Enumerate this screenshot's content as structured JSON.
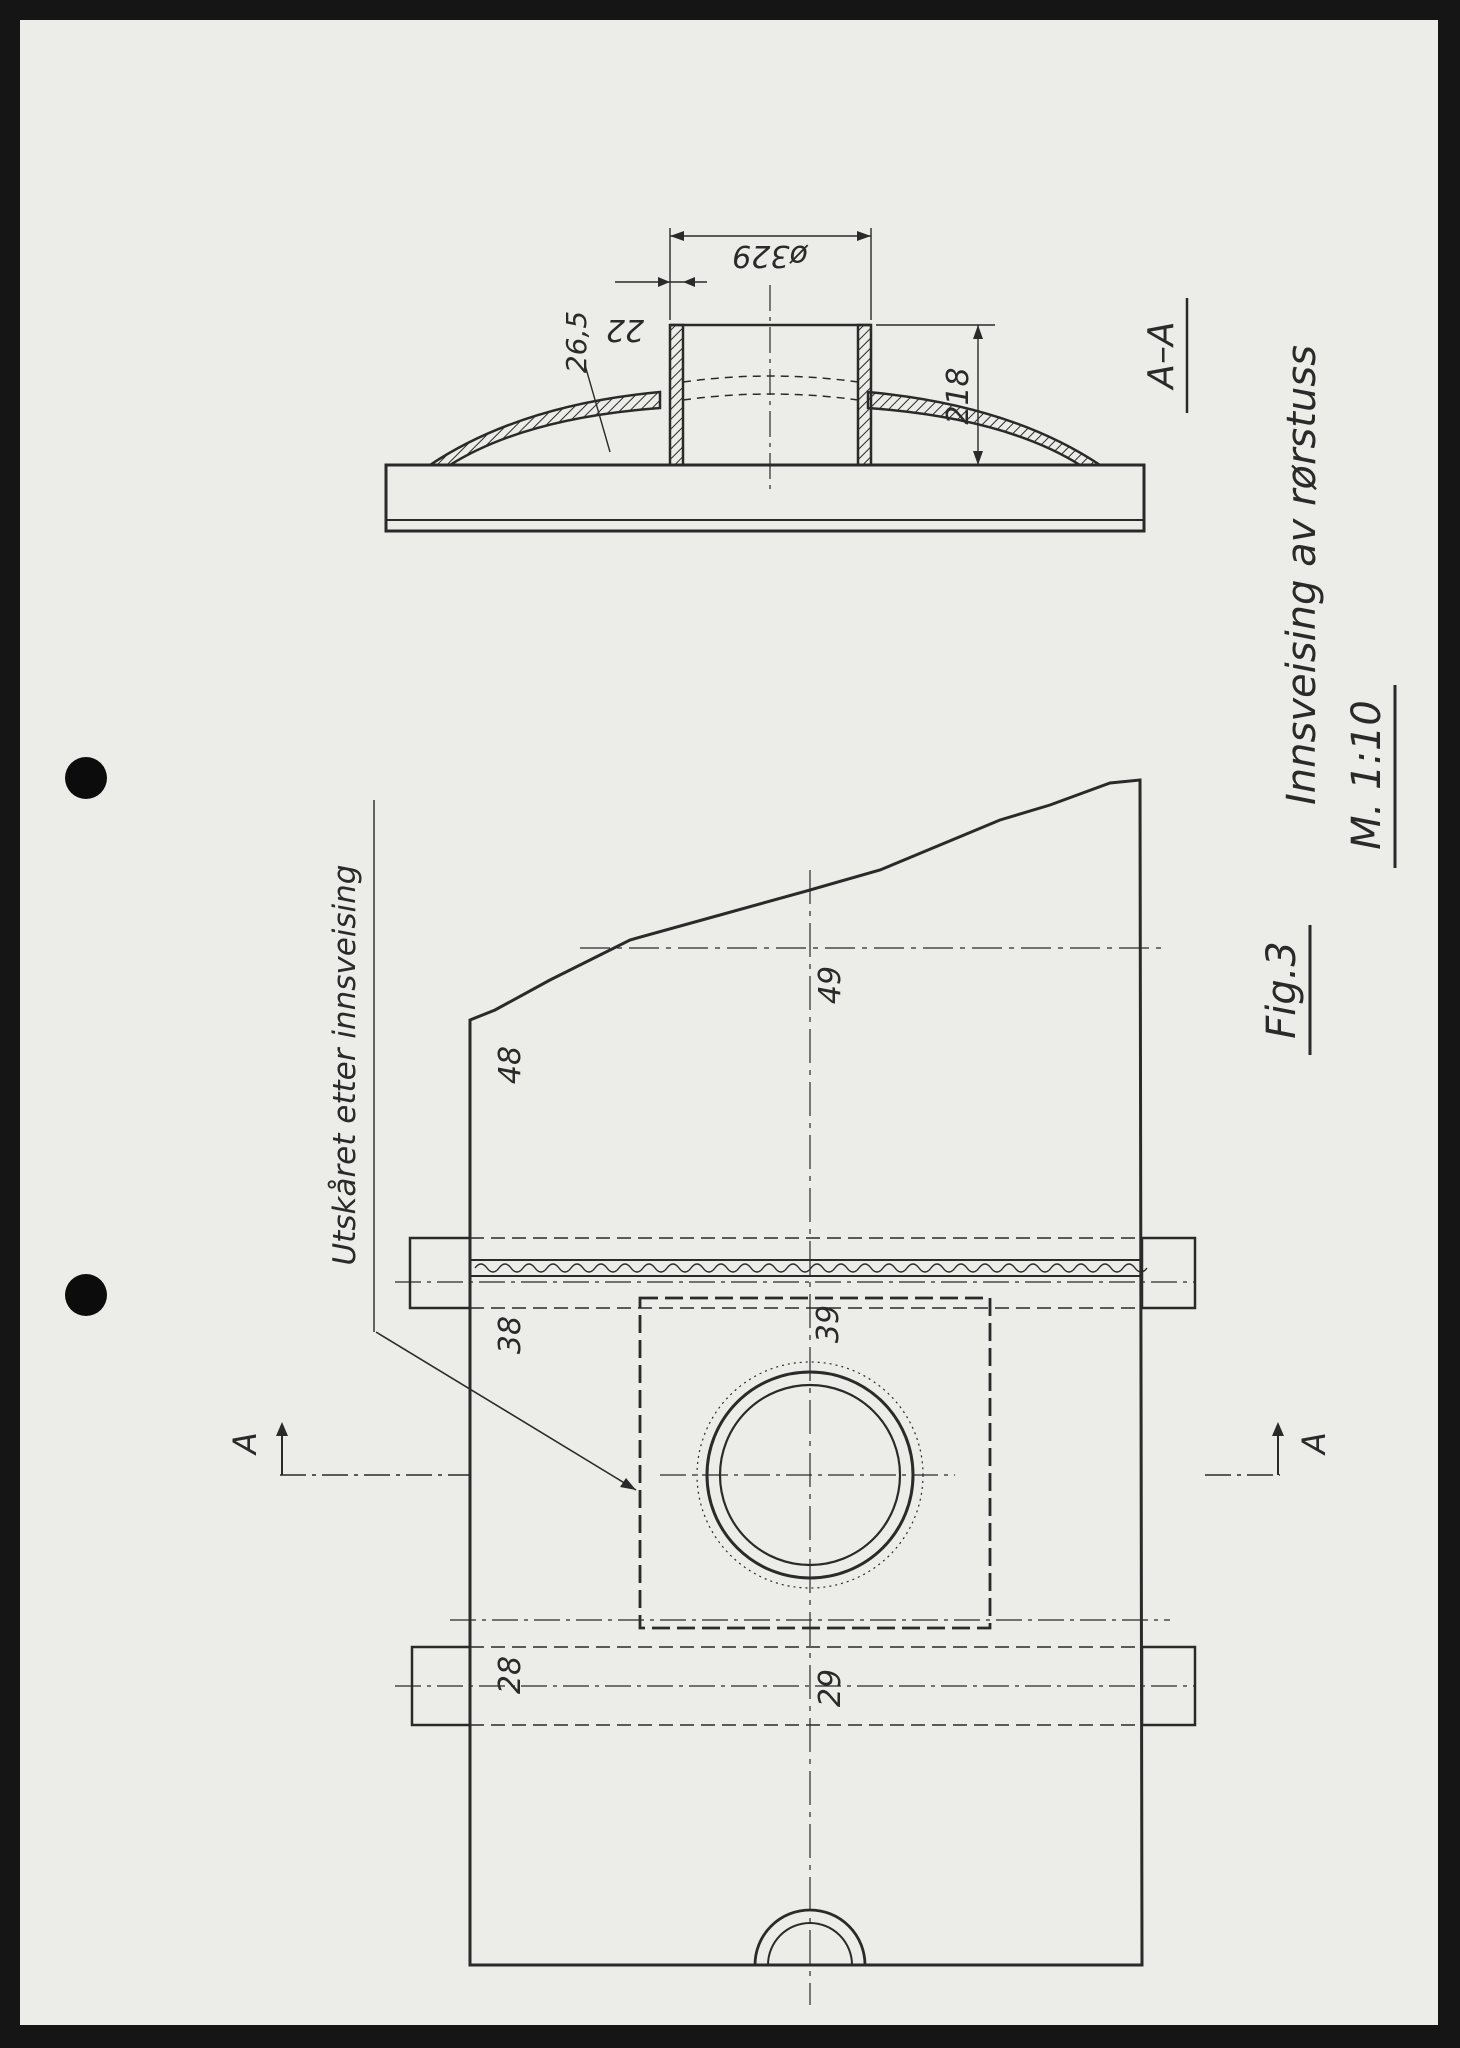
{
  "section_view": {
    "title": "A–A",
    "dim_diameter": "ø329",
    "dim_wall": "22",
    "dim_plate": "26,5",
    "dim_height": "218"
  },
  "plan_view": {
    "cutout_label": "Utskåret etter innsveising",
    "numbers": {
      "n48": "48",
      "n49": "49",
      "n38": "38",
      "n39": "39",
      "n28": "28",
      "n29": "29"
    },
    "section_marker_left": "A",
    "section_marker_right": "A"
  },
  "caption": {
    "fig": "Fig.3",
    "title": "Innsveising av rørstuss",
    "scale": "M. 1:10"
  }
}
